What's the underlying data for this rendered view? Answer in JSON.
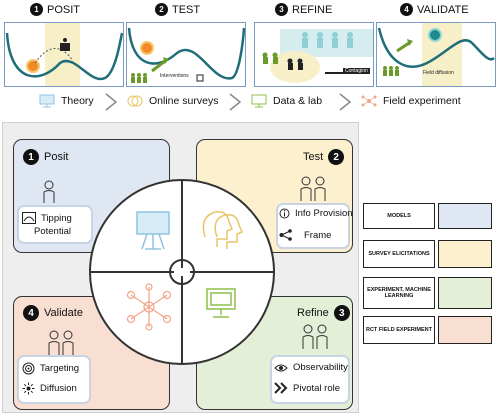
{
  "steps": [
    {
      "num": "1",
      "label": "POSIT"
    },
    {
      "num": "2",
      "label": "TEST"
    },
    {
      "num": "3",
      "label": "REFINE"
    },
    {
      "num": "4",
      "label": "VALIDATE"
    }
  ],
  "panel_labels": {
    "interventions": "Interventions",
    "contagion": "Contagion",
    "field_diffusion": "Field diffusion"
  },
  "modes": [
    "Theory",
    "Online surveys",
    "Data & lab",
    "Field experiment"
  ],
  "quadrants": {
    "posit": {
      "num": "1",
      "title": "Posit",
      "items": [
        "Tipping",
        "Potential"
      ]
    },
    "test": {
      "num": "2",
      "title": "Test",
      "items": [
        "Info Provision",
        "Frame"
      ]
    },
    "refine": {
      "num": "3",
      "title": "Refine",
      "items": [
        "Observability",
        "Pivotal role"
      ]
    },
    "validate": {
      "num": "4",
      "title": "Validate",
      "items": [
        "Targeting",
        "Diffusion"
      ]
    }
  },
  "legend": [
    {
      "label": "MODELS",
      "color": "#dfe7f3"
    },
    {
      "label": "SURVEY ELICITATIONS",
      "color": "#fdf0cf"
    },
    {
      "label": "EXPERIMENT, MACHINE LEARNING",
      "color": "#e3efd6"
    },
    {
      "label": "RCT FIELD EXPERIMENT",
      "color": "#f8dfd2"
    }
  ],
  "colors": {
    "models": "#dfe7f3",
    "survey": "#fdf0cf",
    "experiment": "#e3efd6",
    "field": "#f8dfd2",
    "teal": "#1f8a8a",
    "green": "#6a9a2a",
    "orange": "#f08a24"
  }
}
